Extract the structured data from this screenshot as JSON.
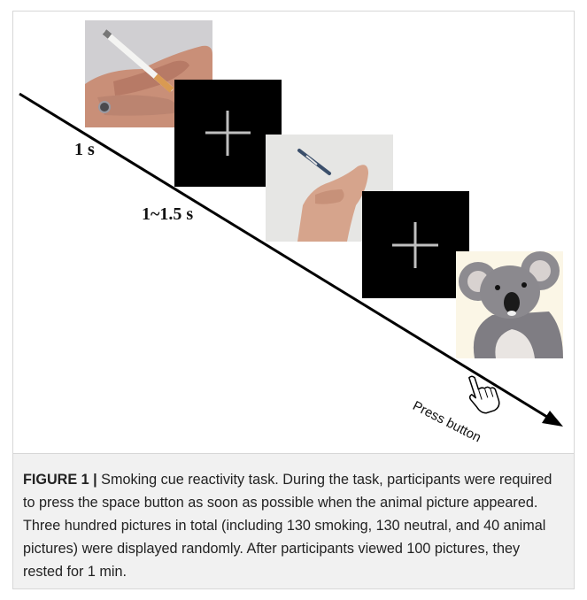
{
  "figure": {
    "timings": {
      "stimulus_duration": "1 s",
      "fixation_duration": "1~1.5 s"
    },
    "response_label": "Press button",
    "panels": [
      {
        "kind": "smoking-cue-photo"
      },
      {
        "kind": "fixation-cross"
      },
      {
        "kind": "neutral-cue-photo"
      },
      {
        "kind": "fixation-cross"
      },
      {
        "kind": "animal-target-photo"
      }
    ],
    "caption": {
      "label": "FIGURE 1 |",
      "text": " Smoking cue reactivity task. During the task, participants were required to press the space button as soon as possible when the animal picture appeared. Three hundred pictures in total (including 130 smoking, 130 neutral, and 40 animal pictures) were displayed randomly. After participants viewed 100 pictures, they rested for 1 min."
    }
  }
}
